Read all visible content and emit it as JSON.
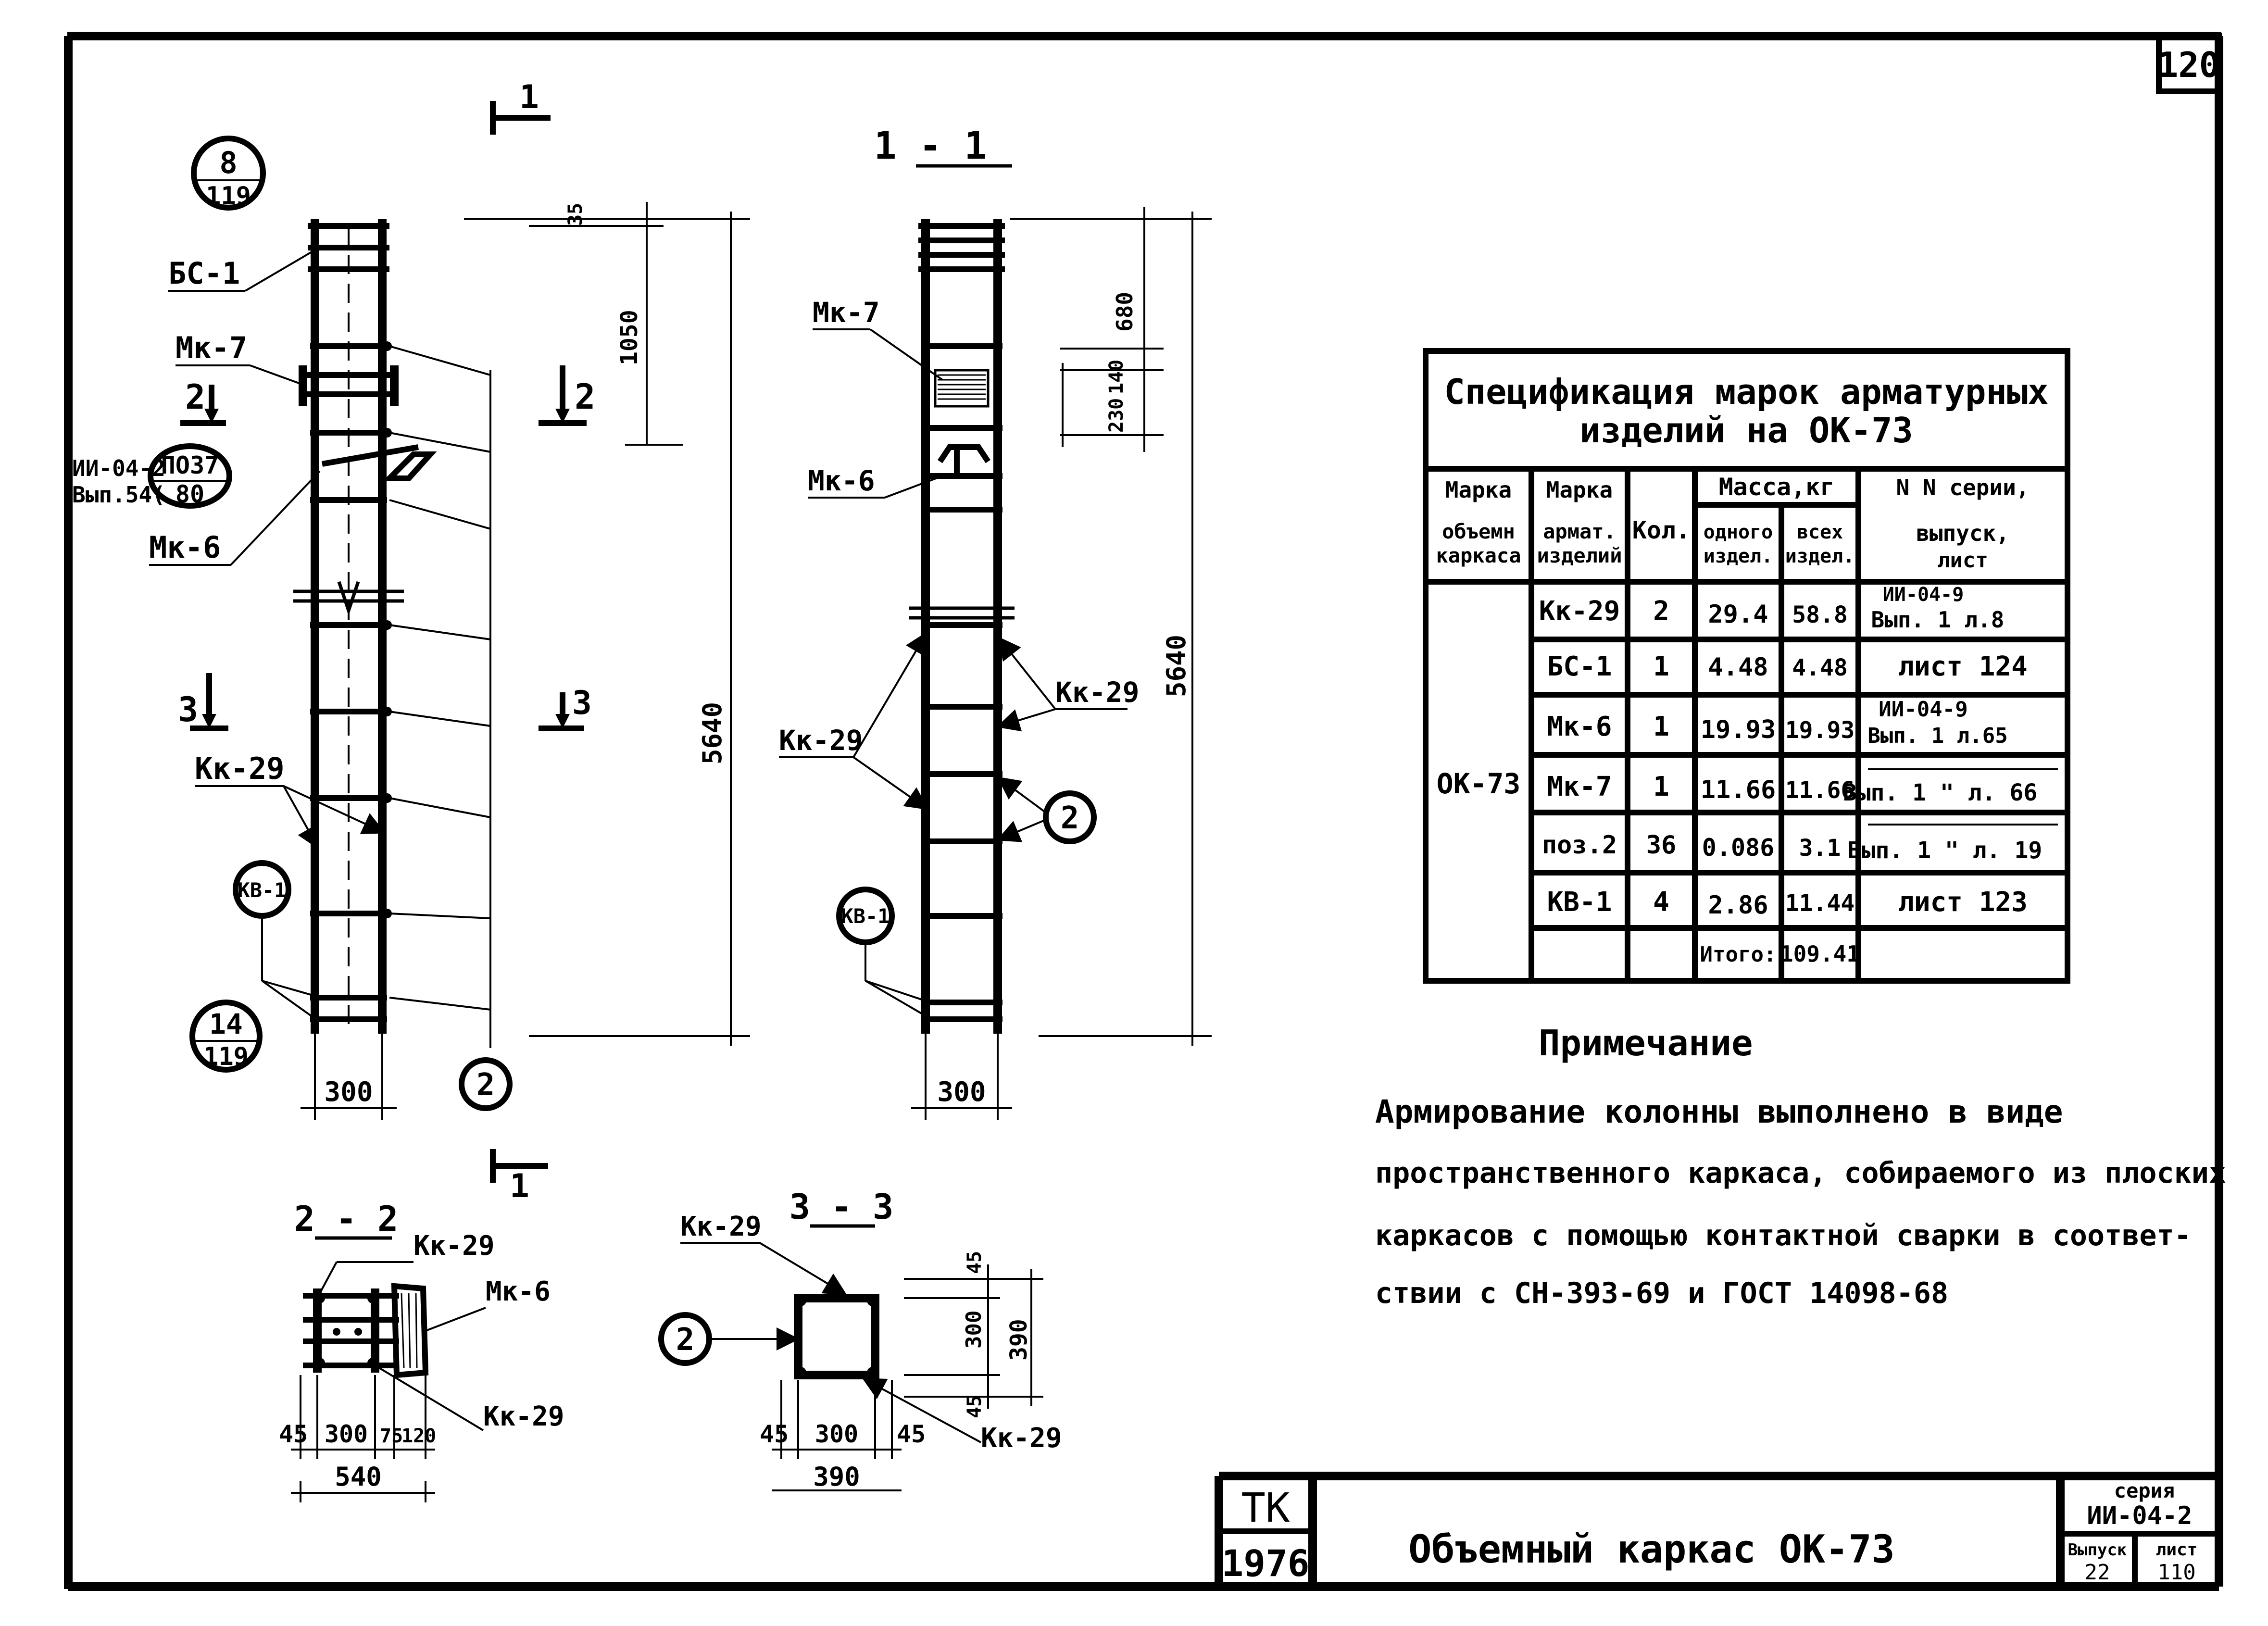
{
  "sheet_number": "120",
  "section_markers": {
    "sec1_top": "1",
    "sec1_bottom": "1",
    "sec2_left": "2",
    "sec2_right": "2",
    "sec3_left": "3",
    "sec3_right": "3"
  },
  "elevation_left": {
    "callout_top": {
      "num": "8",
      "sheet": "119"
    },
    "callout_bottom": {
      "num": "14",
      "sheet": "119"
    },
    "callout_kv": "КВ-1",
    "ref_pd": {
      "series": "ИИ-04-2",
      "vyp": "Вып.54(",
      "num": "ПО37",
      "sheet": "80"
    },
    "labels": {
      "bs1": "БС-1",
      "mk7": "Мк-7",
      "mk6": "Мк-6",
      "kk29": "Кк-29"
    },
    "pos_marker": "2",
    "dims": {
      "d35": "35",
      "d1050": "1050",
      "d5640": "5640",
      "width": "300"
    }
  },
  "section_1_1": {
    "title": "1 - 1",
    "labels": {
      "mk7": "Мк-7",
      "mk6": "Мк-6",
      "kk29_left": "Кк-29",
      "kk29_right": "Кк-29"
    },
    "callout_kv": "КВ-1",
    "pos_marker": "2",
    "dims": {
      "d680": "680",
      "d230": "230",
      "d140": "140",
      "d5640": "5640",
      "width": "300"
    }
  },
  "section_2_2": {
    "title": "2 - 2",
    "labels": {
      "kk29_top": "Кк-29",
      "mk6": "Мк-6",
      "kk29_bottom": "Кк-29"
    },
    "dims": {
      "d45": "45",
      "d300": "300",
      "d75": "75",
      "d120": "120",
      "d540": "540"
    }
  },
  "section_3_3": {
    "title": "3 - 3",
    "labels": {
      "kk29_top": "Кк-29",
      "kk29_bottom": "Кк-29"
    },
    "pos_marker": "2",
    "dims": {
      "h45a": "45",
      "h300": "300",
      "h45b": "45",
      "h390": "390",
      "d45a": "45",
      "d300": "300",
      "d45b": "45",
      "d390": "390"
    }
  },
  "spec_table": {
    "title_line1": "Спецификация марок арматурных",
    "title_line2": "изделий на ОК-73",
    "headers": {
      "mark_obj": [
        "Марка",
        "объемн",
        "каркаса"
      ],
      "mark_arm": [
        "Марка",
        "армат.",
        "изделий"
      ],
      "qty": "Кол.",
      "mass": "Масса,кг",
      "mass_one": [
        "одного",
        "издел."
      ],
      "mass_all": [
        "всех",
        "издел."
      ],
      "series": [
        "N N серии,",
        "выпуск,",
        "лист"
      ]
    },
    "group_mark": "ОК-73",
    "rows": [
      {
        "arm": "Кк-29",
        "qty": "2",
        "one": "29.4",
        "all": "58.8",
        "ser": [
          "ИИ-04-9",
          "Вып. 1 л.8"
        ]
      },
      {
        "arm": "БС-1",
        "qty": "1",
        "one": "4.48",
        "all": "4.48",
        "ser": [
          "лист 124",
          ""
        ]
      },
      {
        "arm": "Мк-6",
        "qty": "1",
        "one": "19.93",
        "all": "19.93",
        "ser": [
          "ИИ-04-9",
          "Вып. 1 л.65"
        ]
      },
      {
        "arm": "Мк-7",
        "qty": "1",
        "one": "11.66",
        "all": "11.66",
        "ser": [
          "Вып. 1 \" л. 66",
          ""
        ]
      },
      {
        "arm": "поз.2",
        "qty": "36",
        "one": "0.086",
        "all": "3.1",
        "ser": [
          "Вып. 1  \" л. 19",
          ""
        ]
      },
      {
        "arm": "КВ-1",
        "qty": "4",
        "one": "2.86",
        "all": "11.44",
        "ser": [
          "лист 123",
          ""
        ]
      }
    ],
    "total_label": "Итого:",
    "total_value": "109.41"
  },
  "note": {
    "title": "Примечание",
    "lines": [
      "Армирование колонны выполнено в виде",
      "пространственного каркаса, собираемого из плоских",
      "каркасов с помощью контактной сварки в соответ-",
      "ствии с СН-393-69  и ГОСТ 14098-68"
    ]
  },
  "title_block": {
    "org": "ТК",
    "year": "1976",
    "title": "Объемный каркас ОК-73",
    "series_label": "серия",
    "series_value": "ИИ-04-2",
    "issue_label": "Выпуск",
    "issue_value": "22",
    "sheet_label": "лист",
    "sheet_value": "110"
  }
}
